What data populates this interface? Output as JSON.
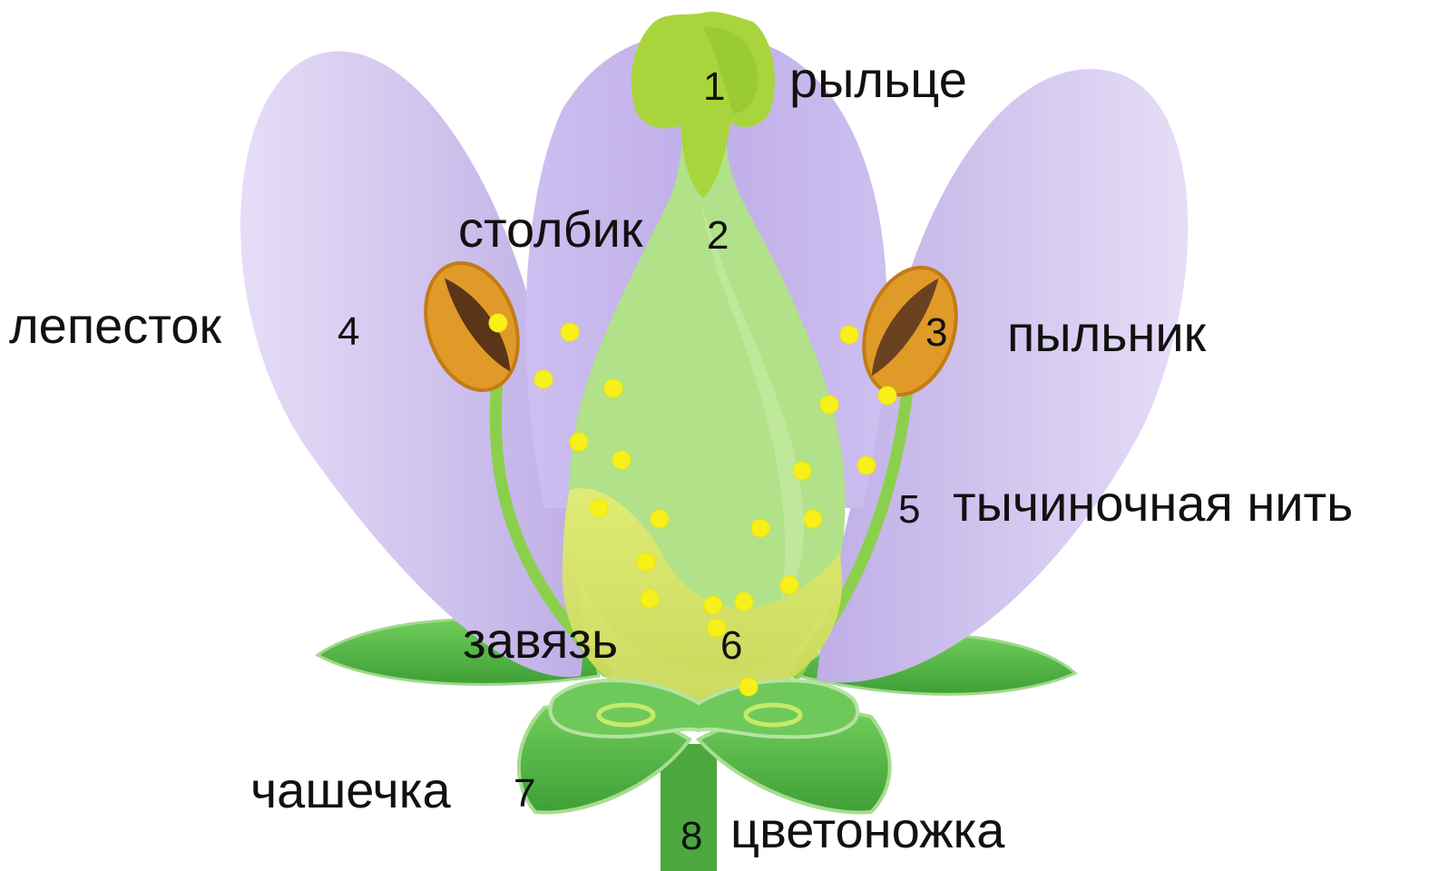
{
  "parts": [
    {
      "id": "stigma",
      "number": "1",
      "label": "рыльце"
    },
    {
      "id": "style",
      "number": "2",
      "label": "столбик"
    },
    {
      "id": "anther",
      "number": "3",
      "label": "пыльник"
    },
    {
      "id": "petal",
      "number": "4",
      "label": "лепесток"
    },
    {
      "id": "filament",
      "number": "5",
      "label": "тычиночная нить"
    },
    {
      "id": "ovary",
      "number": "6",
      "label": "завязь"
    },
    {
      "id": "calyx",
      "number": "7",
      "label": "чашечка"
    },
    {
      "id": "pedicel",
      "number": "8",
      "label": "цветоножка"
    }
  ],
  "colors": {
    "petal": "#c9b8ea",
    "petal_light": "#e4dbf6",
    "pistil": "#b3e28a",
    "stigma": "#a9d63c",
    "ovary_lower": "#d9e66a",
    "sepal": "#5cc24a",
    "sepal_dark": "#3e9e36",
    "anther": "#e09a28",
    "anther_inner": "#5a3518",
    "filament": "#8bd04c",
    "pollen": "#f7f01a"
  }
}
